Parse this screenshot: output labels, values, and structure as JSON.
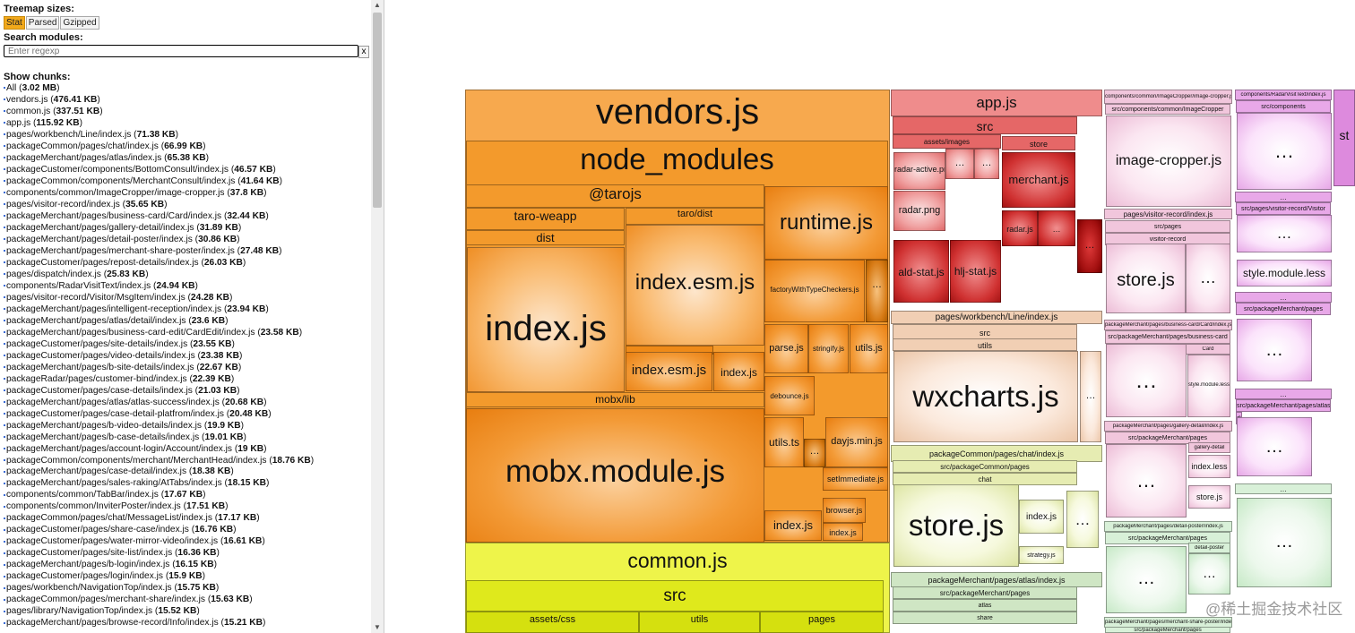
{
  "sidebar": {
    "sizes_title": "Treemap sizes:",
    "sizes": [
      "Stat",
      "Parsed",
      "Gzipped"
    ],
    "search_title": "Search modules:",
    "search_placeholder": "Enter regexp",
    "clear_label": "x",
    "chunks_title": "Show chunks:",
    "chunks": [
      {
        "name": "All",
        "size": "3.02 MB"
      },
      {
        "name": "vendors.js",
        "size": "476.41 KB"
      },
      {
        "name": "common.js",
        "size": "337.51 KB"
      },
      {
        "name": "app.js",
        "size": "115.92 KB"
      },
      {
        "name": "pages/workbench/Line/index.js",
        "size": "71.38 KB"
      },
      {
        "name": "packageCommon/pages/chat/index.js",
        "size": "66.99 KB"
      },
      {
        "name": "packageMerchant/pages/atlas/index.js",
        "size": "65.38 KB"
      },
      {
        "name": "packageCustomer/components/BottomConsult/index.js",
        "size": "46.57 KB"
      },
      {
        "name": "packageCommon/components/MerchantConsult/index.js",
        "size": "41.64 KB"
      },
      {
        "name": "components/common/ImageCropper/image-cropper.js",
        "size": "37.8 KB"
      },
      {
        "name": "pages/visitor-record/index.js",
        "size": "35.65 KB"
      },
      {
        "name": "packageMerchant/pages/business-card/Card/index.js",
        "size": "32.44 KB"
      },
      {
        "name": "packageMerchant/pages/gallery-detail/index.js",
        "size": "31.89 KB"
      },
      {
        "name": "packageMerchant/pages/detail-poster/index.js",
        "size": "30.86 KB"
      },
      {
        "name": "packageMerchant/pages/merchant-share-poster/index.js",
        "size": "27.48 KB"
      },
      {
        "name": "packageCustomer/pages/repost-details/index.js",
        "size": "26.03 KB"
      },
      {
        "name": "pages/dispatch/index.js",
        "size": "25.83 KB"
      },
      {
        "name": "components/RadarVisitText/index.js",
        "size": "24.94 KB"
      },
      {
        "name": "pages/visitor-record/Visitor/MsgItem/index.js",
        "size": "24.28 KB"
      },
      {
        "name": "packageMerchant/pages/intelligent-reception/index.js",
        "size": "23.94 KB"
      },
      {
        "name": "packageMerchant/pages/atlas/detail/index.js",
        "size": "23.6 KB"
      },
      {
        "name": "packageMerchant/pages/business-card-edit/CardEdit/index.js",
        "size": "23.58 KB"
      },
      {
        "name": "packageCustomer/pages/site-details/index.js",
        "size": "23.55 KB"
      },
      {
        "name": "packageCustomer/pages/video-details/index.js",
        "size": "23.38 KB"
      },
      {
        "name": "packageMerchant/pages/b-site-details/index.js",
        "size": "22.67 KB"
      },
      {
        "name": "packageRadar/pages/customer-bind/index.js",
        "size": "22.39 KB"
      },
      {
        "name": "packageCustomer/pages/case-details/index.js",
        "size": "21.03 KB"
      },
      {
        "name": "packageMerchant/pages/atlas/atlas-success/index.js",
        "size": "20.68 KB"
      },
      {
        "name": "packageCustomer/pages/case-detail-platfrom/index.js",
        "size": "20.48 KB"
      },
      {
        "name": "packageMerchant/pages/b-video-details/index.js",
        "size": "19.9 KB"
      },
      {
        "name": "packageMerchant/pages/b-case-details/index.js",
        "size": "19.01 KB"
      },
      {
        "name": "packageMerchant/pages/account-login/Account/index.js",
        "size": "19 KB"
      },
      {
        "name": "packageCommon/components/merchant/MerchantHead/index.js",
        "size": "18.76 KB"
      },
      {
        "name": "packageMerchant/pages/case-detail/index.js",
        "size": "18.38 KB"
      },
      {
        "name": "packageMerchant/pages/sales-raking/AtTabs/index.js",
        "size": "18.15 KB"
      },
      {
        "name": "components/common/TabBar/index.js",
        "size": "17.67 KB"
      },
      {
        "name": "components/common/InviterPoster/index.js",
        "size": "17.51 KB"
      },
      {
        "name": "packageCommon/pages/chat/MessageList/index.js",
        "size": "17.17 KB"
      },
      {
        "name": "packageCustomer/pages/share-case/index.js",
        "size": "16.76 KB"
      },
      {
        "name": "packageCustomer/pages/water-mirror-video/index.js",
        "size": "16.61 KB"
      },
      {
        "name": "packageCustomer/pages/site-list/index.js",
        "size": "16.36 KB"
      },
      {
        "name": "packageMerchant/pages/b-login/index.js",
        "size": "16.15 KB"
      },
      {
        "name": "packageCustomer/pages/login/index.js",
        "size": "15.9 KB"
      },
      {
        "name": "pages/workbench/NavigationTop/index.js",
        "size": "15.75 KB"
      },
      {
        "name": "packageCommon/pages/merchant-share/index.js",
        "size": "15.63 KB"
      },
      {
        "name": "pages/library/NavigationTop/index.js",
        "size": "15.52 KB"
      },
      {
        "name": "packageMerchant/pages/browse-record/Info/index.js",
        "size": "15.21 KB"
      }
    ]
  },
  "treemap": {
    "cells": [
      {
        "label": "vendors.js",
        "cls": "o1"
      },
      {
        "label": "node_modules",
        "cls": "o2"
      },
      {
        "label": "@tarojs",
        "cls": "o2"
      },
      {
        "label": "taro-weapp",
        "cls": "o2"
      },
      {
        "label": "dist",
        "cls": "o2"
      },
      {
        "label": "index.js",
        "cls": "o4"
      },
      {
        "label": "taro/dist",
        "cls": "o2"
      },
      {
        "label": "index.esm.js",
        "cls": "o4"
      },
      {
        "label": "…",
        "cls": "o3"
      },
      {
        "label": "index.esm.js",
        "cls": "o5"
      },
      {
        "label": "index.js",
        "cls": "o5"
      },
      {
        "label": "runtime.js",
        "cls": "o5"
      },
      {
        "label": "factoryWithTypeCheckers.js",
        "cls": "o5"
      },
      {
        "label": "…",
        "cls": "o6"
      },
      {
        "label": "parse.js",
        "cls": "o5"
      },
      {
        "label": "stringify.js",
        "cls": "o5"
      },
      {
        "label": "utils.js",
        "cls": "o5"
      },
      {
        "label": "debounce.js",
        "cls": "o5"
      },
      {
        "label": "mobx/lib",
        "cls": "o2"
      },
      {
        "label": "mobx.module.js",
        "cls": "o5"
      },
      {
        "label": "utils.ts",
        "cls": "o5"
      },
      {
        "label": "…",
        "cls": "o6"
      },
      {
        "label": "dayjs.min.js",
        "cls": "o5"
      },
      {
        "label": "setImmediate.js",
        "cls": "o5"
      },
      {
        "label": "browser.js",
        "cls": "o5"
      },
      {
        "label": "index.js",
        "cls": "o5"
      },
      {
        "label": "index.js",
        "cls": "o5"
      },
      {
        "label": "common.js",
        "cls": "y1"
      },
      {
        "label": "src",
        "cls": "y2"
      },
      {
        "label": "assets/css",
        "cls": "y3"
      },
      {
        "label": "utils",
        "cls": "y3"
      },
      {
        "label": "pages",
        "cls": "y3"
      },
      {
        "label": "app.js",
        "cls": "r1"
      },
      {
        "label": "src",
        "cls": "r2"
      },
      {
        "label": "assets/images",
        "cls": "r2"
      },
      {
        "label": "radar-active.png",
        "cls": "r3"
      },
      {
        "label": "…",
        "cls": "r3"
      },
      {
        "label": "…",
        "cls": "r3"
      },
      {
        "label": "radar.png",
        "cls": "r3"
      },
      {
        "label": "ald-stat.js",
        "cls": "r4"
      },
      {
        "label": "hlj-stat.js",
        "cls": "r4"
      },
      {
        "label": "store",
        "cls": "r2"
      },
      {
        "label": "merchant.js",
        "cls": "r4"
      },
      {
        "label": "radar.js",
        "cls": "r4"
      },
      {
        "label": "…",
        "cls": "r4"
      },
      {
        "label": "…",
        "cls": "r5"
      },
      {
        "label": "pages/workbench/Line/index.js",
        "cls": "t1"
      },
      {
        "label": "src",
        "cls": "t1"
      },
      {
        "label": "utils",
        "cls": "t1"
      },
      {
        "label": "wxcharts.js",
        "cls": "t2"
      },
      {
        "label": "…",
        "cls": "t2"
      },
      {
        "label": "packageCommon/pages/chat/index.js",
        "cls": "g1"
      },
      {
        "label": "src/packageCommon/pages",
        "cls": "g1"
      },
      {
        "label": "chat",
        "cls": "g1"
      },
      {
        "label": "store.js",
        "cls": "g2"
      },
      {
        "label": "index.js",
        "cls": "g2"
      },
      {
        "label": "…",
        "cls": "g2"
      },
      {
        "label": "strategy.js",
        "cls": "g2"
      },
      {
        "label": "packageMerchant/pages/atlas/index.js",
        "cls": "g3"
      },
      {
        "label": "src/packageMerchant/pages",
        "cls": "g3"
      },
      {
        "label": "atlas",
        "cls": "g3"
      },
      {
        "label": "share",
        "cls": "g3"
      },
      {
        "label": "components/common/ImageCropper/image-cropper.js",
        "cls": "p1"
      },
      {
        "label": "src/components/common/ImageCropper",
        "cls": "p1"
      },
      {
        "label": "image-cropper.js",
        "cls": "p2"
      },
      {
        "label": "pages/visitor-record/index.js",
        "cls": "p1"
      },
      {
        "label": "src/pages",
        "cls": "p1"
      },
      {
        "label": "visitor-record",
        "cls": "p1"
      },
      {
        "label": "store.js",
        "cls": "p2"
      },
      {
        "label": "…",
        "cls": "p2"
      },
      {
        "label": "packageMerchant/pages/business-card/Card/index.js",
        "cls": "p1"
      },
      {
        "label": "src/packageMerchant/pages/business-card",
        "cls": "p1"
      },
      {
        "label": "…",
        "cls": "p2"
      },
      {
        "label": "Card",
        "cls": "p1"
      },
      {
        "label": "style.module.less",
        "cls": "p2"
      },
      {
        "label": "packageMerchant/pages/gallery-detail/index.js",
        "cls": "p1"
      },
      {
        "label": "src/packageMerchant/pages",
        "cls": "p1"
      },
      {
        "label": "gallery-detail",
        "cls": "p1"
      },
      {
        "label": "…",
        "cls": "p2"
      },
      {
        "label": "index.less",
        "cls": "p2"
      },
      {
        "label": "store.js",
        "cls": "p2"
      },
      {
        "label": "packageMerchant/pages/detail-poster/index.js",
        "cls": "m1"
      },
      {
        "label": "src/packageMerchant/pages",
        "cls": "m1"
      },
      {
        "label": "detail-poster",
        "cls": "m1"
      },
      {
        "label": "…",
        "cls": "m2"
      },
      {
        "label": "…",
        "cls": "m2"
      },
      {
        "label": "packageMerchant/pages/merchant-share-poster/index.js",
        "cls": "m1"
      },
      {
        "label": "src/packageMerchant/pages",
        "cls": "m1"
      },
      {
        "label": "components/RadarVisitText/index.js",
        "cls": "p3"
      },
      {
        "label": "src/components",
        "cls": "p3"
      },
      {
        "label": "…",
        "cls": "p4"
      },
      {
        "label": "…",
        "cls": "p3"
      },
      {
        "label": "src/pages/visitor-record/Visitor",
        "cls": "p3"
      },
      {
        "label": "…",
        "cls": "p4"
      },
      {
        "label": "style.module.less",
        "cls": "p4"
      },
      {
        "label": "…",
        "cls": "p3"
      },
      {
        "label": "src/packageMerchant/pages",
        "cls": "p3"
      },
      {
        "label": "…",
        "cls": "p4"
      },
      {
        "label": "…",
        "cls": "p3"
      },
      {
        "label": "src/packageMerchant/pages/atlas",
        "cls": "p3"
      },
      {
        "label": "detail",
        "cls": "p3"
      },
      {
        "label": "…",
        "cls": "p4"
      },
      {
        "label": "…",
        "cls": "m1"
      },
      {
        "label": "…",
        "cls": "m2"
      },
      {
        "label": "st",
        "cls": "p5"
      }
    ]
  },
  "watermark": "@稀土掘金技术社区"
}
